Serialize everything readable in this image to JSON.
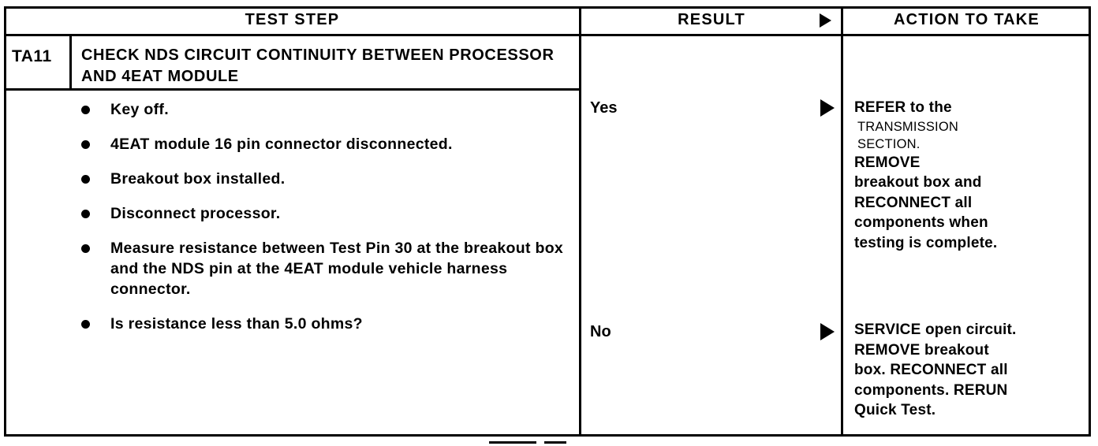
{
  "table": {
    "headers": {
      "test_step": "TEST STEP",
      "result": "RESULT",
      "action": "ACTION TO TAKE",
      "result_arrow_icon": "triangle-right-icon"
    },
    "step": {
      "code": "TA11",
      "title": "CHECK NDS CIRCUIT CONTINUITY BETWEEN PROCESSOR AND 4EAT MODULE",
      "items": [
        "Key off.",
        "4EAT module 16 pin connector disconnected.",
        "Breakout box installed.",
        "Disconnect processor.",
        "Measure resistance between Test Pin 30 at the breakout box and the NDS pin at the 4EAT module vehicle harness connector.",
        "Is resistance less than 5.0 ohms?"
      ]
    },
    "rows": [
      {
        "result": "Yes",
        "arrow_icon": "triangle-right-icon",
        "action_lines": [
          {
            "text": "REFER to the",
            "weight": "bold"
          },
          {
            "text": "TRANSMISSION",
            "weight": "light"
          },
          {
            "text": "SECTION.",
            "weight": "light"
          },
          {
            "text": "REMOVE",
            "weight": "bold"
          },
          {
            "text": "breakout box and",
            "weight": "bold"
          },
          {
            "text": "RECONNECT all",
            "weight": "bold"
          },
          {
            "text": "components when",
            "weight": "bold"
          },
          {
            "text": "testing is complete.",
            "weight": "bold"
          }
        ]
      },
      {
        "result": "No",
        "arrow_icon": "triangle-right-icon",
        "action_lines": [
          {
            "text": "SERVICE open circuit.",
            "weight": "bold"
          },
          {
            "text": "REMOVE breakout",
            "weight": "bold"
          },
          {
            "text": "box. RECONNECT all",
            "weight": "bold"
          },
          {
            "text": "components. RERUN",
            "weight": "bold"
          },
          {
            "text": "Quick Test.",
            "weight": "bold"
          }
        ]
      }
    ]
  }
}
